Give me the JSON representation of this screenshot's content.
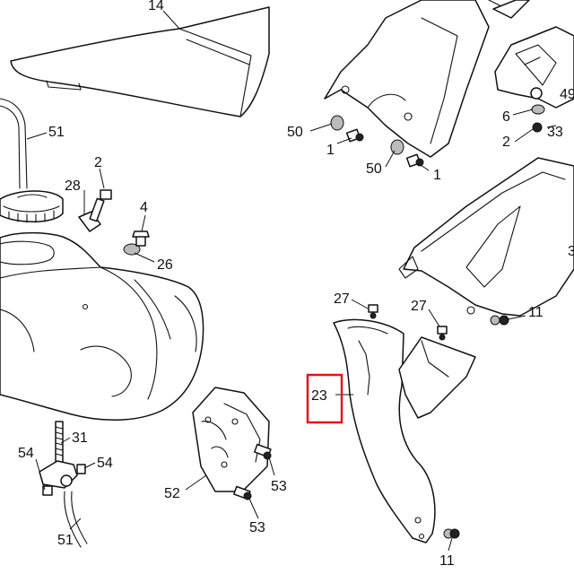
{
  "diagram": {
    "highlight_color": "#e0161d",
    "highlighted_callout": "23",
    "callouts": {
      "c14": "14",
      "c51a": "51",
      "c2a": "2",
      "c28": "28",
      "c4": "4",
      "c26": "26",
      "c50a": "50",
      "c1a": "1",
      "c50b": "50",
      "c1b": "1",
      "c6": "6",
      "c49": "49",
      "c2b": "2",
      "c33": "33",
      "c3": "3",
      "c27a": "27",
      "c27b": "27",
      "c11a": "11",
      "c23": "23",
      "c31": "31",
      "c54a": "54",
      "c54b": "54",
      "c52": "52",
      "c53a": "53",
      "c53b": "53",
      "c51b": "51",
      "c11b": "11"
    }
  }
}
